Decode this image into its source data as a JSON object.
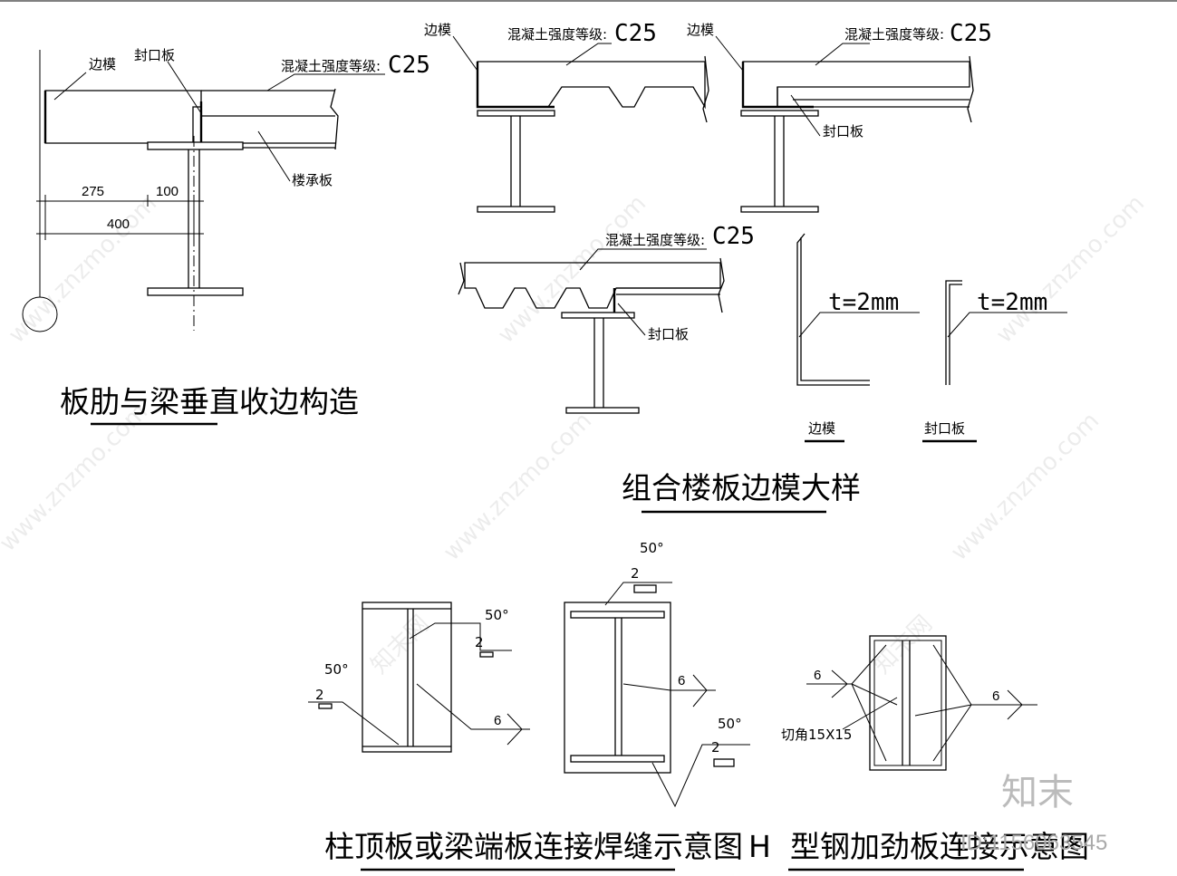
{
  "labels": {
    "side_form": "边模",
    "closure_plate": "封口板",
    "concrete_grade": "混凝土强度等级:",
    "concrete_value": "C25",
    "floor_deck": "楼承板",
    "dim_275": "275",
    "dim_100": "100",
    "dim_400": "400",
    "thickness": "t=2mm",
    "weld_angle": "50°",
    "weld_size": "6",
    "weld_gap": "2",
    "corner_cut": "切角15X15"
  },
  "titles": {
    "rib_perp": "板肋与梁垂直收边构造",
    "composite_detail": "组合楼板边模大样",
    "column_plate": "柱顶板或梁端板连接焊缝示意图",
    "h_prefix": "H",
    "h_stiffener": "型钢加劲板连接示意图"
  },
  "watermark": {
    "site": "www.znzmo.com",
    "brand": "知末网",
    "logo": "知末",
    "id": "ID:1156063545"
  }
}
